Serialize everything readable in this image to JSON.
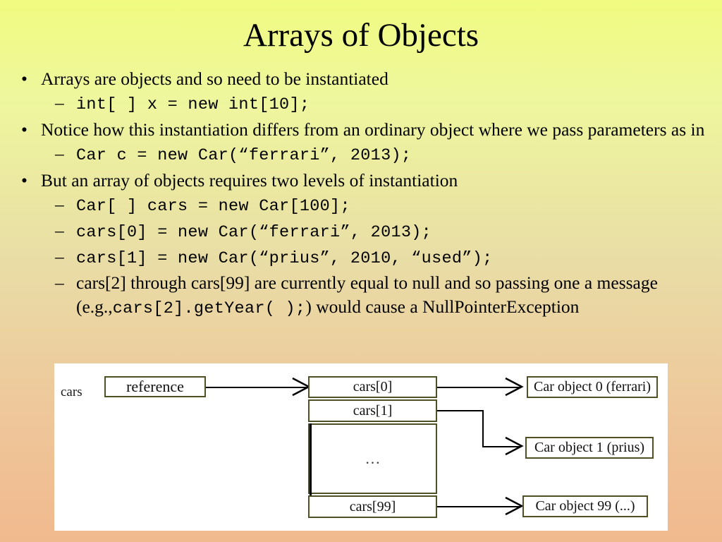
{
  "slide": {
    "title": "Arrays of Objects",
    "background_top": "#f0fb80",
    "background_mid": "#e9dda6",
    "background_bottom": "#f1b98e",
    "bullet_glyph": "•",
    "dash_glyph": "–"
  },
  "bullets": [
    {
      "level": 1,
      "text": "Arrays are objects and so need to be instantiated"
    },
    {
      "level": 2,
      "code": "int[ ] x = new int[10];"
    },
    {
      "level": 1,
      "text": "Notice how this instantiation differs from an ordinary object where we pass parameters as in"
    },
    {
      "level": 2,
      "code": "Car c = new Car(“ferrari”, 2013);"
    },
    {
      "level": 1,
      "text": "But an array of objects requires two levels of instantiation"
    },
    {
      "level": 2,
      "code": "Car[ ] cars = new Car[100];"
    },
    {
      "level": 2,
      "code": "cars[0] = new Car(“ferrari”, 2013);"
    },
    {
      "level": 2,
      "code": "cars[1] = new Car(“prius”, 2010, “used”);"
    }
  ],
  "last_bullet": {
    "part1": "cars[2] through cars[99] are currently equal to null and so passing one a message (e.g.,",
    "code": "cars[2].getYear( );",
    "part2": ") would cause a NullPointerException"
  },
  "diagram": {
    "var_label": "cars",
    "reference_label": "reference",
    "array_cells": [
      {
        "label": "cars[0]"
      },
      {
        "label": "cars[1]"
      },
      {
        "label": "…"
      },
      {
        "label": "cars[99]"
      }
    ],
    "objects": [
      {
        "label": "Car object 0 (ferrari)"
      },
      {
        "label": "Car object 1 (prius)"
      },
      {
        "label": "Car object 99 (...)"
      }
    ],
    "border_color": "#4f5023",
    "panel_color": "#ffffff",
    "line_color": "#000000"
  }
}
